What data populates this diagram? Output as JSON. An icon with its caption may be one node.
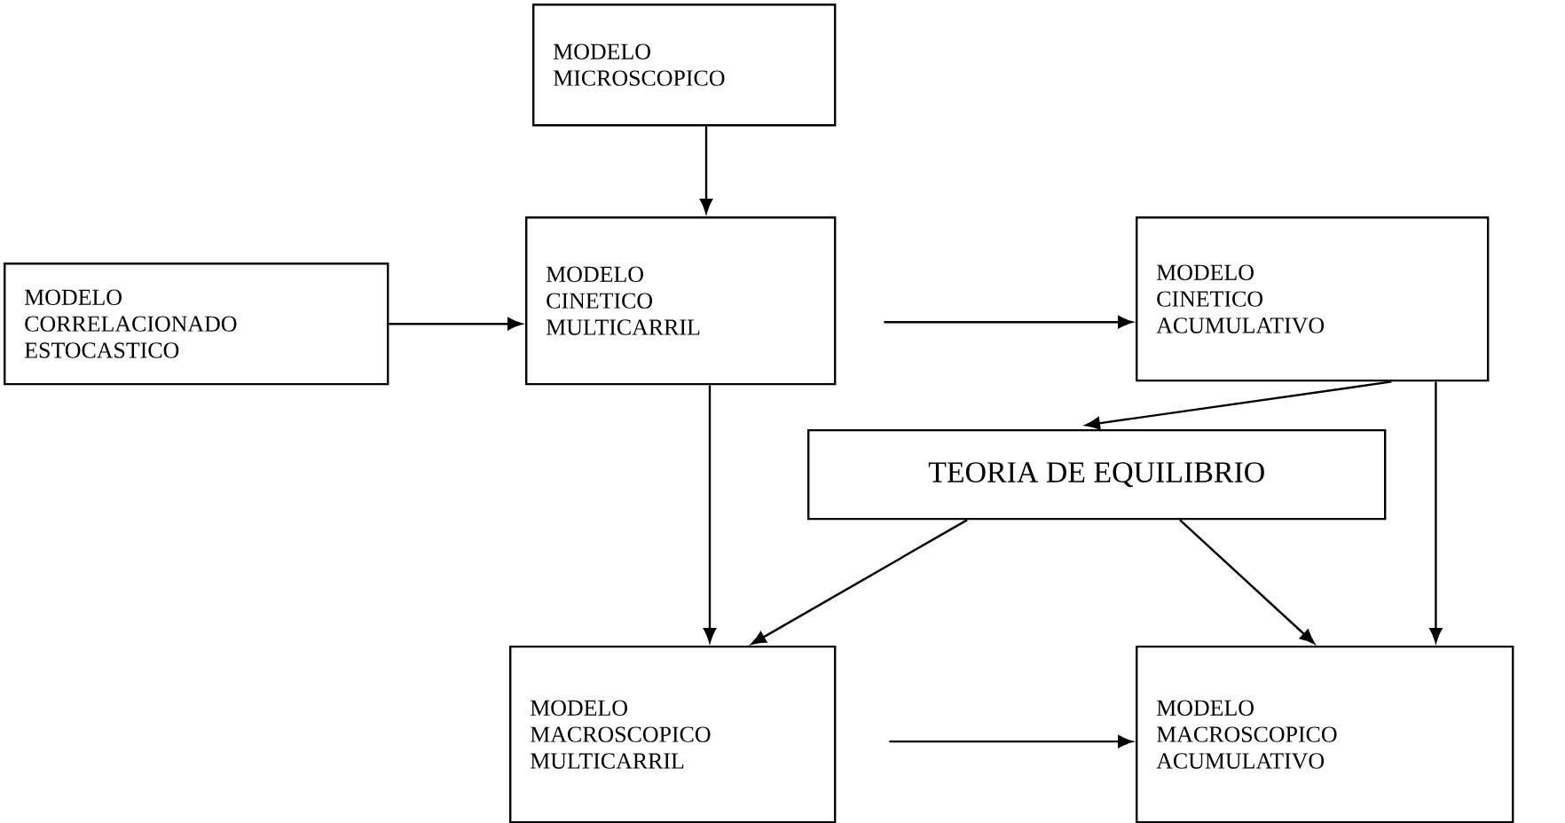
{
  "diagram": {
    "nodes": [
      {
        "text": [
          "MODELO MICROSCOPICO"
        ]
      },
      {
        "text": [
          "MODELO CORRELACIONADO ESTOCASTICO"
        ]
      },
      {
        "text": [
          "MODELO CINETICO MULTICARRIL"
        ]
      },
      {
        "text": [
          "MODELO CINETICO ACUMULATIVO"
        ]
      },
      {
        "text": [
          "TEORIA DE EQUILIBRIO"
        ]
      },
      {
        "text": [
          "MODELO MACROSCOPICO MULTICARRIL"
        ]
      },
      {
        "text": [
          "MODELO MACROSCOPICO ACUMULATIVO"
        ]
      }
    ],
    "edges": [
      {
        "from": 0,
        "to": 2,
        "arrow": "to"
      },
      {
        "from": 1,
        "to": 2,
        "arrow": "to"
      },
      {
        "from": 2,
        "to": 3,
        "arrow": "to"
      },
      {
        "from": 3,
        "to": 4,
        "arrow": "to"
      },
      {
        "from": 2,
        "to": 5,
        "arrow": "to"
      },
      {
        "from": 4,
        "to": 5,
        "arrow": "to"
      },
      {
        "from": 4,
        "to": 6,
        "arrow": "to"
      },
      {
        "from": 3,
        "to": 6,
        "arrow": "to"
      },
      {
        "from": 5,
        "to": 6,
        "arrow": "to"
      }
    ]
  }
}
